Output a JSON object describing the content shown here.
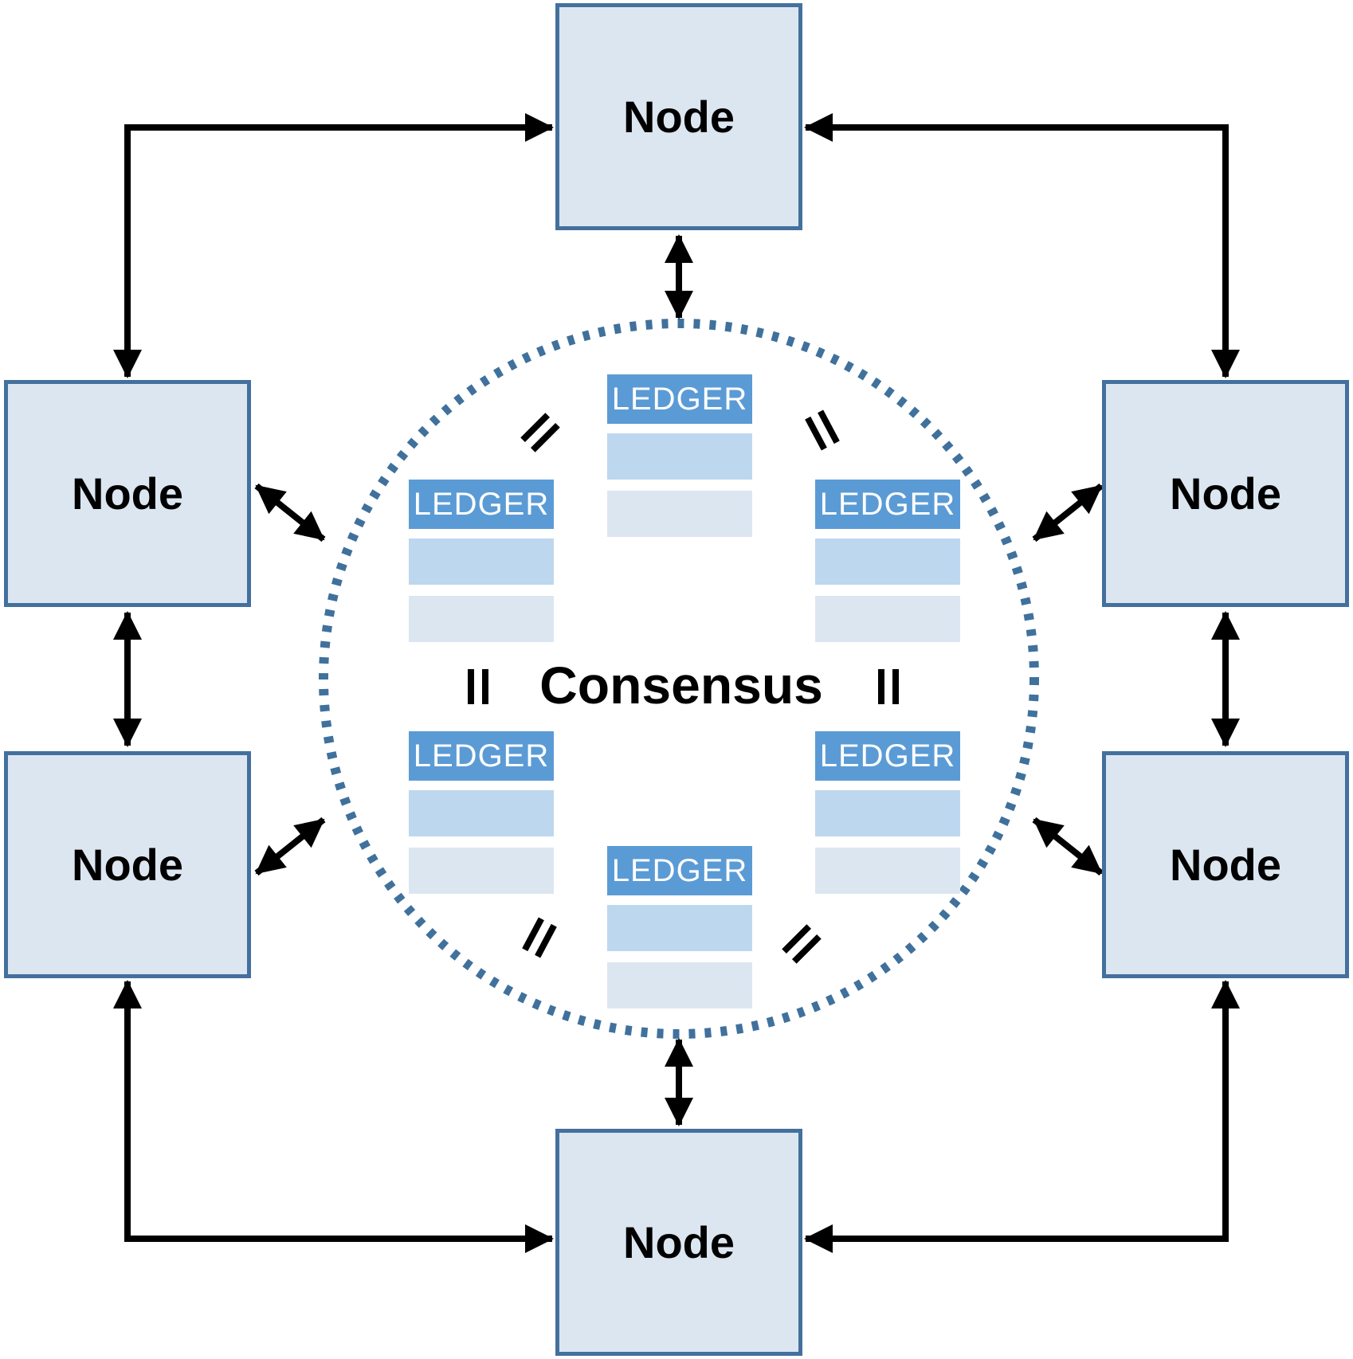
{
  "consensus": {
    "label": "Consensus"
  },
  "nodes": [
    {
      "id": "top",
      "label": "Node"
    },
    {
      "id": "upper-left",
      "label": "Node"
    },
    {
      "id": "upper-right",
      "label": "Node"
    },
    {
      "id": "lower-left",
      "label": "Node"
    },
    {
      "id": "lower-right",
      "label": "Node"
    },
    {
      "id": "bottom",
      "label": "Node"
    }
  ],
  "ledgers": [
    {
      "id": "top-center",
      "title": "LEDGER"
    },
    {
      "id": "upper-left",
      "title": "LEDGER"
    },
    {
      "id": "upper-right",
      "title": "LEDGER"
    },
    {
      "id": "lower-left",
      "title": "LEDGER"
    },
    {
      "id": "lower-right",
      "title": "LEDGER"
    },
    {
      "id": "bottom-center",
      "title": "LEDGER"
    }
  ],
  "equals_symbol": "=",
  "colors": {
    "node_fill": "#dce6f1",
    "node_border": "#44709d",
    "ledger_header": "#5b9bd5",
    "ledger_row1": "#bdd7ee",
    "ledger_row2": "#dce6f1",
    "circle_dot": "#40719c",
    "arrow": "#000000"
  }
}
